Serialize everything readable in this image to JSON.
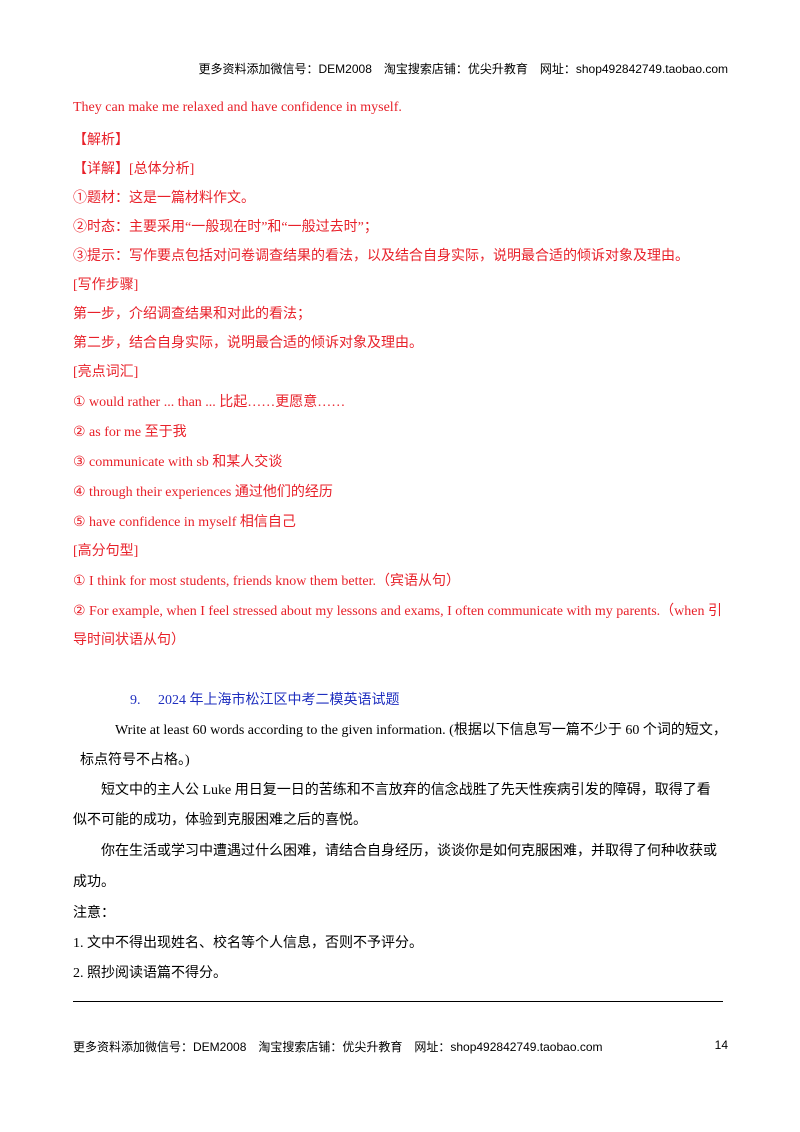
{
  "header": {
    "text": "更多资料添加微信号：DEM2008　淘宝搜索店铺：优尖升教育　网址：shop492842749.taobao.com"
  },
  "answer": {
    "last_sentence": "They can make me relaxed and have confidence in myself.",
    "analysis_tag": "【解析】",
    "detail_tag": "【详解】[总体分析]",
    "item1": "①题材：这是一篇材料作文。",
    "item2": "②时态：主要采用“一般现在时”和“一般过去时”；",
    "item3": "③提示：写作要点包括对问卷调查结果的看法，以及结合自身实际，说明最合适的倾诉对象及理由。",
    "steps_tag": "[写作步骤]",
    "step1": "第一步，介绍调查结果和对此的看法；",
    "step2": "第二步，结合自身实际，说明最合适的倾诉对象及理由。",
    "vocab_tag": "[亮点词汇]",
    "vocab": [
      "① would rather ... than ...  比起……更愿意……",
      "② as for me  至于我",
      "③ communicate with sb  和某人交谈",
      "④ through their experiences  通过他们的经历",
      "⑤ have confidence in myself  相信自己"
    ],
    "sentence_tag": "[高分句型]",
    "sentence1": "① I think for most students, friends know them better.（宾语从句）",
    "sentence2_line1": "② For example, when I feel stressed about my lessons and exams, I often communicate with my parents.（when 引",
    "sentence2_line2": "导时间状语从句）"
  },
  "question": {
    "number": "9.",
    "title": "2024 年上海市松江区中考二模英语试题",
    "instr_line1": "Write at least 60 words according to the given information. (根据以下信息写一篇不少于 60 个词的短文，",
    "instr_line2": "标点符号不占格。)",
    "para1_line1": "短文中的主人公 Luke 用日复一日的苦练和不言放弃的信念战胜了先天性疾病引发的障碍，取得了看",
    "para1_line2": "似不可能的成功，体验到克服困难之后的喜悦。",
    "para2_line1": "你在生活或学习中遭遇过什么困难，请结合自身经历，谈谈你是如何克服困难，并取得了何种收获或",
    "para2_line2": "成功。",
    "note_title": "注意：",
    "note1": "1. 文中不得出现姓名、校名等个人信息，否则不予评分。",
    "note2": "2. 照抄阅读语篇不得分。"
  },
  "footer": {
    "text": "更多资料添加微信号：DEM2008　淘宝搜索店铺：优尖升教育　网址：shop492842749.taobao.com",
    "page": "14"
  },
  "colors": {
    "answer_red": "#e8212a",
    "heading_blue": "#1f2fbf"
  }
}
